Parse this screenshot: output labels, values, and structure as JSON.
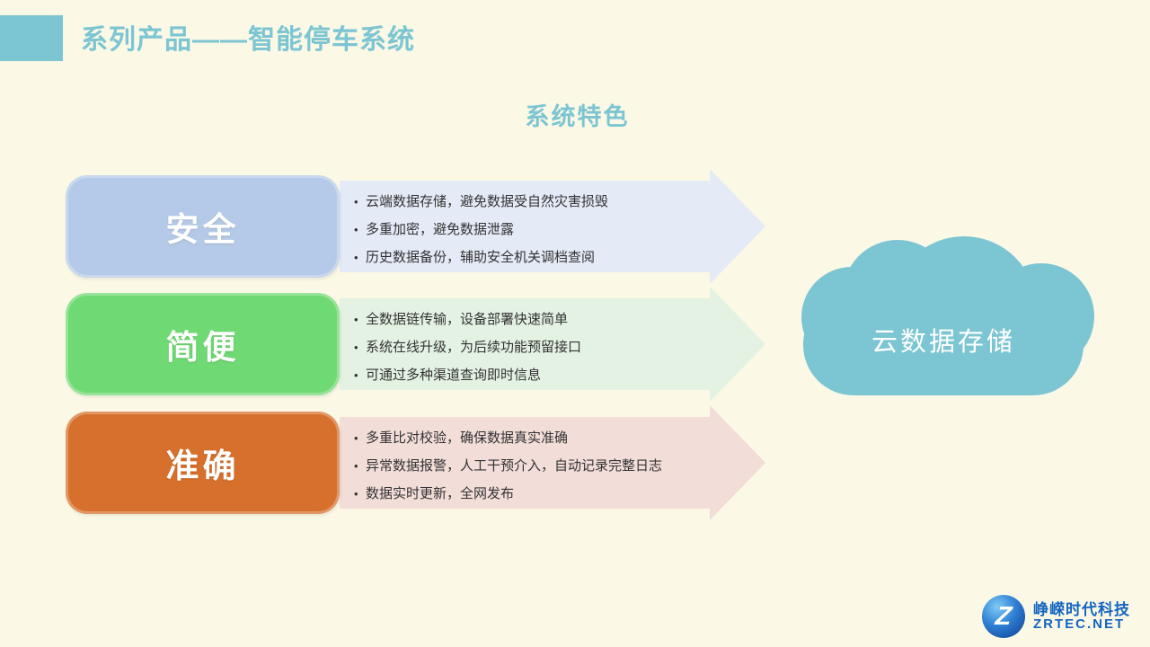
{
  "page": {
    "title": "系列产品——智能停车系统",
    "subtitle": "系统特色"
  },
  "features": [
    {
      "label": "安全",
      "block_color": "#b5cae8",
      "panel_color": "#e4eaf6",
      "bullets": [
        "云端数据存储，避免数据受自然灾害损毁",
        "多重加密，避免数据泄露",
        "历史数据备份，辅助安全机关调档查阅"
      ]
    },
    {
      "label": "简便",
      "block_color": "#6fd973",
      "panel_color": "#e3f2e2",
      "bullets": [
        "全数据链传输，设备部署快速简单",
        "系统在线升级，为后续功能预留接口",
        "可通过多种渠道查询即时信息"
      ]
    },
    {
      "label": "准确",
      "block_color": "#d7702c",
      "panel_color": "#f2ddd8",
      "bullets": [
        "多重比对校验，确保数据真实准确",
        "异常数据报警，人工干预介入，自动记录完整日志",
        "数据实时更新，全网发布"
      ]
    }
  ],
  "cloud": {
    "label": "云数据存储",
    "color": "#7cc5d2"
  },
  "logo": {
    "letter": "Z",
    "company": "峥嵘时代科技",
    "site": "ZRTEC.NET",
    "color": "#1565c0"
  },
  "colors": {
    "background": "#fbf9e6",
    "accent_teal": "#7cc5d2"
  },
  "bullet_glyph": "•"
}
